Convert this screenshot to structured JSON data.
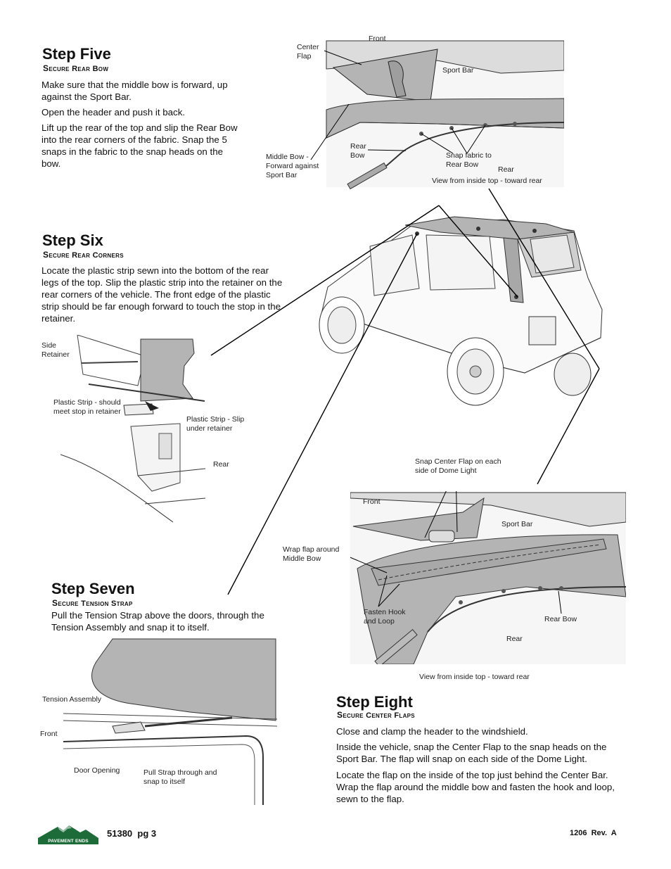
{
  "step5": {
    "title": "Step Five",
    "subtitle": "Secure Rear Bow",
    "paragraphs": [
      "Make sure that the middle bow is forward, up against the Sport Bar.",
      "Open the header and push it back.",
      "Lift up the rear of the top and slip the Rear Bow into the rear corners of the fabric. Snap the 5 snaps in the fabric to the snap heads on the bow."
    ],
    "labels": {
      "front": "Front",
      "center_flap": "Center Flap",
      "sport_bar": "Sport Bar",
      "middle_bow": "Middle Bow - Forward against Sport Bar",
      "rear_bow": "Rear Bow",
      "snap_fabric": "Snap fabric to Rear Bow",
      "rear": "Rear",
      "view": "View from inside top - toward rear"
    }
  },
  "step6": {
    "title": "Step Six",
    "subtitle": "Secure Rear Corners",
    "paragraph": "Locate the plastic strip sewn into the bottom of the rear legs of the top. Slip the plastic strip into the retainer on the rear corners of the vehicle. The front edge of the plastic strip should be far enough forward to touch the stop in the retainer.",
    "labels": {
      "side_retainer": "Side Retainer",
      "plastic_strip_stop": "Plastic Strip - should meet stop in retainer",
      "plastic_strip_slip": "Plastic Strip - Slip under retainer",
      "rear": "Rear"
    }
  },
  "step7": {
    "title": "Step Seven",
    "subtitle": "Secure Tension Strap",
    "paragraph": "Pull the Tension Strap above the doors, through the Tension Assembly and snap it to itself.",
    "labels": {
      "tension_assembly": "Tension Assembly",
      "front": "Front",
      "door_opening": "Door Opening",
      "pull_strap": "Pull Strap through and snap to itself"
    }
  },
  "step8": {
    "title": "Step Eight",
    "subtitle": "Secure Center Flaps",
    "paragraphs": [
      "Close and clamp the header to the windshield.",
      "Inside the vehicle, snap the Center Flap to the snap heads on the Sport Bar. The flap will snap on each side of the Dome Light.",
      "Locate the flap on the inside of the top just behind the Center Bar. Wrap the flap around the middle bow and fasten the hook and loop, sewn to the flap."
    ],
    "labels": {
      "snap_center": "Snap Center Flap on each side of Dome Light",
      "front": "Front",
      "sport_bar": "Sport Bar",
      "wrap_flap": "Wrap flap around Middle Bow",
      "fasten": "Fasten Hook and Loop",
      "rear_bow": "Rear Bow",
      "rear": "Rear",
      "view": "View from inside top - toward rear"
    }
  },
  "footer": {
    "page": "51380  pg 3",
    "revision": "1206  Rev.  A",
    "logo_text": "PAVEMENT ENDS"
  },
  "colors": {
    "fabric": "#b4b4b4",
    "logo_green": "#1e6b3a"
  }
}
